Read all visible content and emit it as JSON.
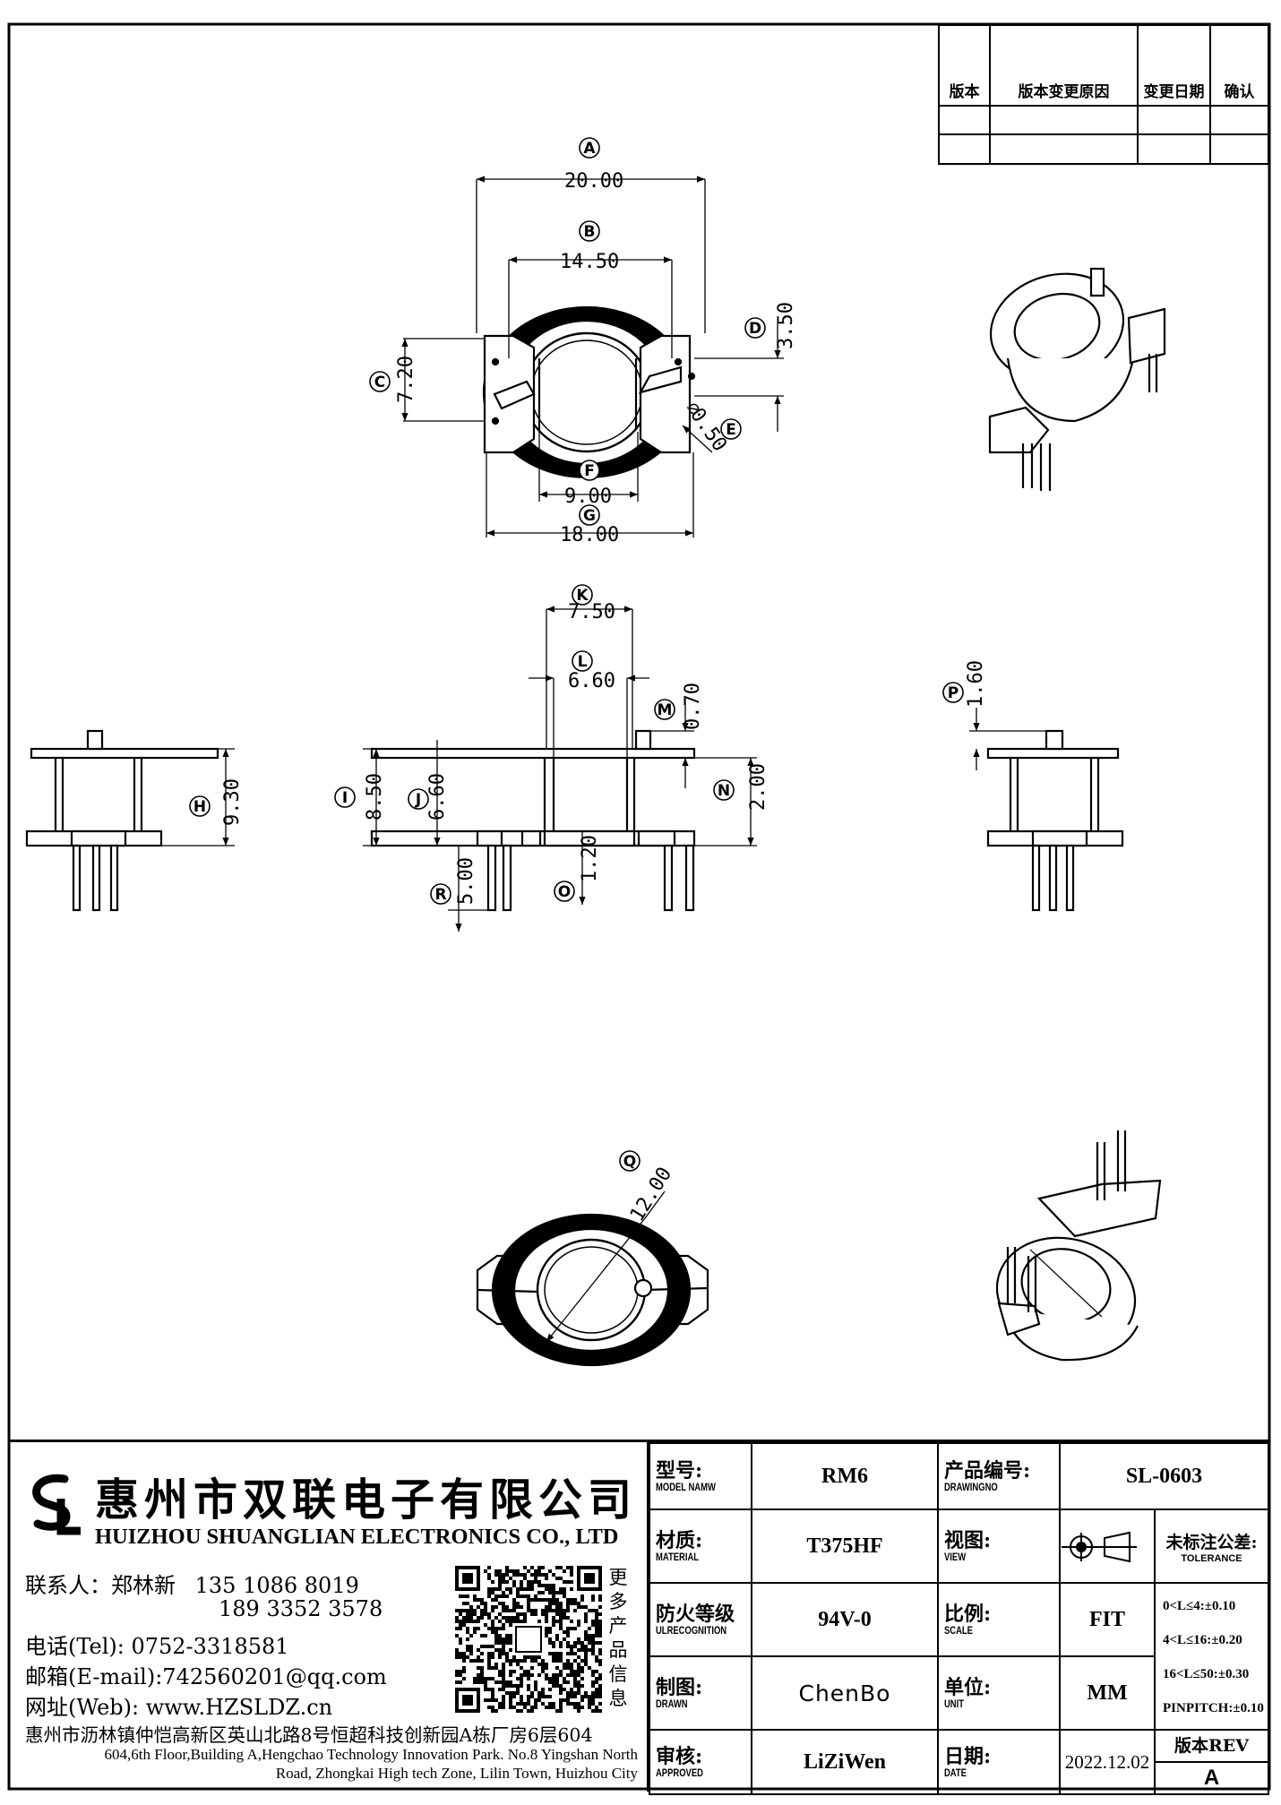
{
  "revision_table": {
    "headers": [
      "版本",
      "版本变更原因",
      "变更日期",
      "确认"
    ],
    "rows": [
      [
        "",
        "",
        "",
        ""
      ],
      [
        "",
        "",
        "",
        ""
      ]
    ]
  },
  "dimensions": {
    "top_view": {
      "A": {
        "letter": "A",
        "value": "20.00"
      },
      "B": {
        "letter": "B",
        "value": "14.50"
      },
      "C": {
        "letter": "C",
        "value": "7.20"
      },
      "D": {
        "letter": "D",
        "value": "3.50"
      },
      "E": {
        "letter": "E",
        "value": "0.50"
      },
      "F": {
        "letter": "F",
        "value": "9.00"
      },
      "G": {
        "letter": "G",
        "value": "18.00"
      }
    },
    "front_view": {
      "K": {
        "letter": "K",
        "value": "7.50"
      },
      "L": {
        "letter": "L",
        "value": "6.60"
      },
      "M": {
        "letter": "M",
        "value": "0.70"
      },
      "N": {
        "letter": "N",
        "value": "2.00"
      },
      "I": {
        "letter": "I",
        "value": "8.50"
      },
      "J": {
        "letter": "J",
        "value": "6.60"
      },
      "R": {
        "letter": "R",
        "value": "5.00"
      },
      "O": {
        "letter": "O",
        "value": "1.20"
      }
    },
    "left_view": {
      "H": {
        "letter": "H",
        "value": "9.30"
      }
    },
    "right_view": {
      "P": {
        "letter": "P",
        "value": "1.60"
      }
    },
    "bottom_view": {
      "Q": {
        "letter": "Q",
        "value": "12.00"
      }
    }
  },
  "company": {
    "name_cn": "惠州市双联电子有限公司",
    "name_en": "HUIZHOU SHUANGLIAN ELECTRONICS CO., LTD",
    "contact_label": "联系人：",
    "contact_name": "郑林新",
    "phone1": "135 1086 8019",
    "phone2": "189 3352 3578",
    "tel": "电话(Tel): 0752-3318581",
    "email": "邮箱(E-mail):742560201@qq.com",
    "web": "网址(Web): www.HZSLDZ.cn",
    "qr_caption": [
      "更",
      "多",
      "产",
      "品",
      "信",
      "息"
    ],
    "address_cn": "惠州市沥林镇仲恺高新区英山北路8号恒超科技创新园A栋厂房6层604",
    "address_en_line1": "604,6th Floor,Building A,Hengchao Technology Innovation Park. No.8 Yingshan North",
    "address_en_line2": "Road, Zhongkai High tech Zone, Lilin Town, Huizhou City"
  },
  "title_block": {
    "model_label_cn": "型号:",
    "model_label_en": "MODEL NAMW",
    "model": "RM6",
    "drawingno_label_cn": "产品编号:",
    "drawingno_label_en": "DRAWINGNO",
    "drawingno": "SL-0603",
    "material_label_cn": "材质:",
    "material_label_en": "MATERIAL",
    "material": "T375HF",
    "view_label_cn": "视图:",
    "view_label_en": "VIEW",
    "tolerance_title": "未标注公差:",
    "tolerance_sub": "TOLERANCE",
    "tolerances": [
      "0<L≤4:±0.10",
      "4<L≤16:±0.20",
      "16<L≤50:±0.30",
      "PINPITCH:±0.10"
    ],
    "ul_label_cn": "防火等级",
    "ul_label_en": "ULRECOGNITION",
    "ul": "94V-0",
    "scale_label_cn": "比例:",
    "scale_label_en": "SCALE",
    "scale": "FIT",
    "drawn_label_cn": "制图:",
    "drawn_label_en": "DRAWN",
    "drawn": "ChenBo",
    "unit_label_cn": "单位:",
    "unit_label_en": "UNIT",
    "unit": "MM",
    "approved_label_cn": "审核:",
    "approved_label_en": "APPROVED",
    "approved": "LiZiWen",
    "date_label_cn": "日期:",
    "date_label_en": "DATE",
    "date": "2022.12.02",
    "rev_label": "版本REV",
    "rev": "A"
  }
}
